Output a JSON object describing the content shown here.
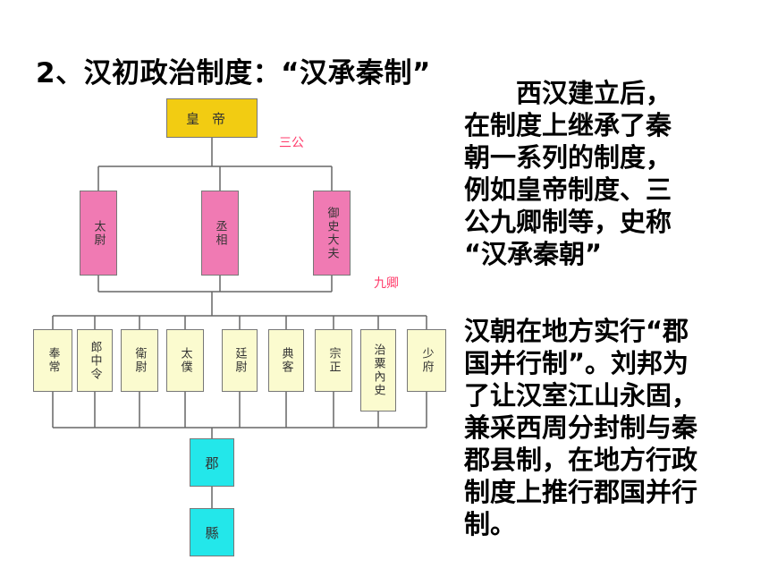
{
  "title": "2、汉初政治制度：“汉承秦制”",
  "paragraph1": [
    "西汉建立后，",
    "在制度上继承了秦",
    "朝一系列的制度，",
    "例如皇帝制度、三",
    "公九卿制等，史称",
    "“汉承秦朝”"
  ],
  "paragraph2": [
    "汉朝在地方实行“郡",
    "国并行制”。刘邦为",
    "了让汉室江山永固，",
    "兼采西周分封制与秦",
    "郡县制，在地方行政",
    "制度上推行郡国并行",
    "制。"
  ],
  "diagram": {
    "emperor": "皇帝",
    "sangong_label": "三公",
    "sangong": [
      "太尉",
      "丞相",
      "御史大夫"
    ],
    "jiuqing_label": "九卿",
    "jiuqing": [
      "奉常",
      "郎中令",
      "衛尉",
      "太僕",
      "廷尉",
      "典客",
      "宗正",
      "治粟內史",
      "少府"
    ],
    "prefecture": "郡",
    "county": "縣"
  },
  "colors": {
    "emperor": "#f2cc12",
    "sangong": "#f07ab3",
    "jiuqing": "#fbfbcf",
    "local": "#23e7ea",
    "label_red": "#ff3a6a"
  }
}
